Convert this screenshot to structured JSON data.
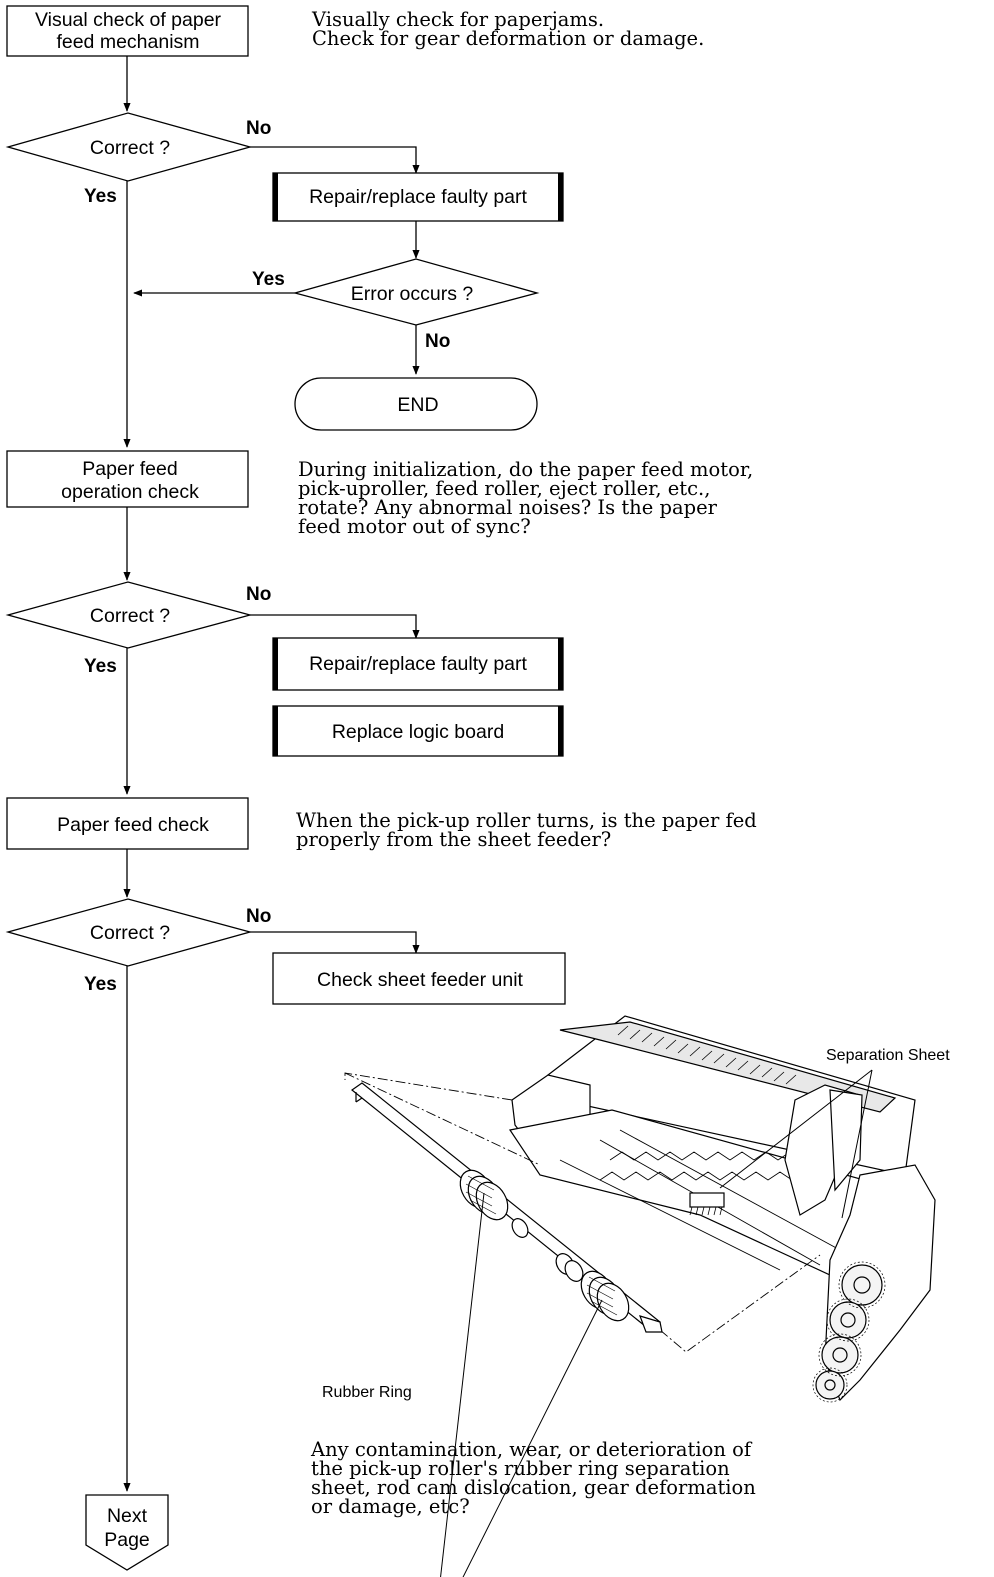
{
  "flow": {
    "start_box": [
      "Visual check of paper",
      "feed mechanism"
    ],
    "decision1": "Correct ?",
    "decision1_no": "No",
    "decision1_yes": "Yes",
    "repair1": "Repair/replace faulty part",
    "error_decision": "Error occurs ?",
    "error_yes": "Yes",
    "error_no": "No",
    "end": "END",
    "paper_feed_operation_check": [
      "Paper feed",
      "operation check"
    ],
    "decision2": "Correct ?",
    "decision2_no": "No",
    "decision2_yes": "Yes",
    "repair2": "Repair/replace faulty part",
    "replace_logic_board": "Replace logic board",
    "paper_feed_check": "Paper feed check",
    "decision3": "Correct ?",
    "decision3_no": "No",
    "decision3_yes": "Yes",
    "check_sheet_feeder": "Check sheet feeder unit",
    "next_page": [
      "Next",
      "Page"
    ]
  },
  "notes": {
    "visual_check": "Visually check for paperjams.\nCheck for gear deformation or damage.",
    "operation_check": "During initialization, do the paper feed motor,\npick-uproller, feed roller, eject roller, etc.,\nrotate? Any abnormal noises? Is the paper\nfeed motor out of sync?",
    "feed_check": "When the pick-up roller turns, is the paper fed\nproperly from the sheet feeder?",
    "contamination": "Any contamination, wear, or deterioration of\nthe pick-up roller's rubber ring separation\nsheet, rod cam dislocation, gear deformation\nor damage, etc?"
  },
  "illustration": {
    "label_separation_sheet": "Separation Sheet",
    "label_rubber_ring": "Rubber Ring"
  }
}
